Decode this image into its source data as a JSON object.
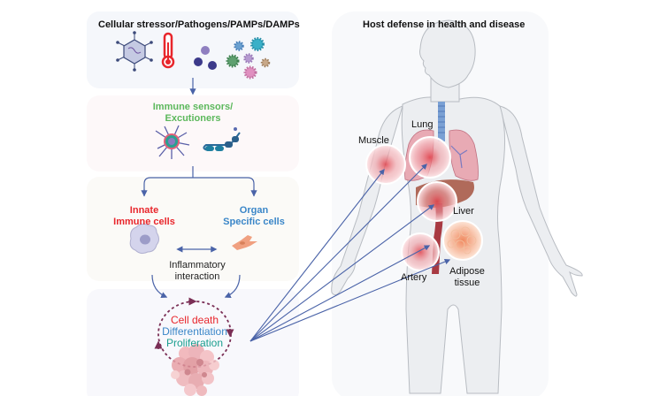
{
  "left_column": {
    "stressors": {
      "title": "Cellular stressor/Pathogens/PAMPs/DAMPs",
      "icons": [
        "virus-capsid-icon",
        "thermometer-icon",
        "molecules-icon",
        "virus-cluster-icon"
      ]
    },
    "sensors": {
      "line1": "Immune sensors/",
      "line2": "Excutioners",
      "color": "#5cb85c",
      "icons": [
        "inflammasome-icon",
        "receptor-chain-icon"
      ]
    },
    "cells": {
      "innate_line1": "Innate",
      "innate_line2": "Immune cells",
      "innate_color": "#e8262c",
      "organ_line1": "Organ",
      "organ_line2": "Specific cells",
      "organ_color": "#3a86c8",
      "interaction_line1": "Inflammatory",
      "interaction_line2": "interaction",
      "icons": [
        "macrophage-icon",
        "fibroblast-icon"
      ]
    },
    "outcomes": {
      "items": [
        {
          "label": "Cell death",
          "color": "#e8262c"
        },
        {
          "label": "Differentiation",
          "color": "#3a86c8"
        },
        {
          "label": "Proliferation",
          "color": "#1a9e8f"
        }
      ],
      "cycle_color": "#7a2e55",
      "icons": [
        "cell-cluster-icon"
      ]
    }
  },
  "right_column": {
    "title": "Host defense in health and disease",
    "organs": [
      {
        "label": "Muscle"
      },
      {
        "label": "Lung"
      },
      {
        "label": "Liver"
      },
      {
        "label": "Artery"
      },
      {
        "label": "Adipose",
        "label2": "tissue"
      }
    ]
  },
  "colors": {
    "arrow": "#4a63a8",
    "title_text": "#111111"
  }
}
